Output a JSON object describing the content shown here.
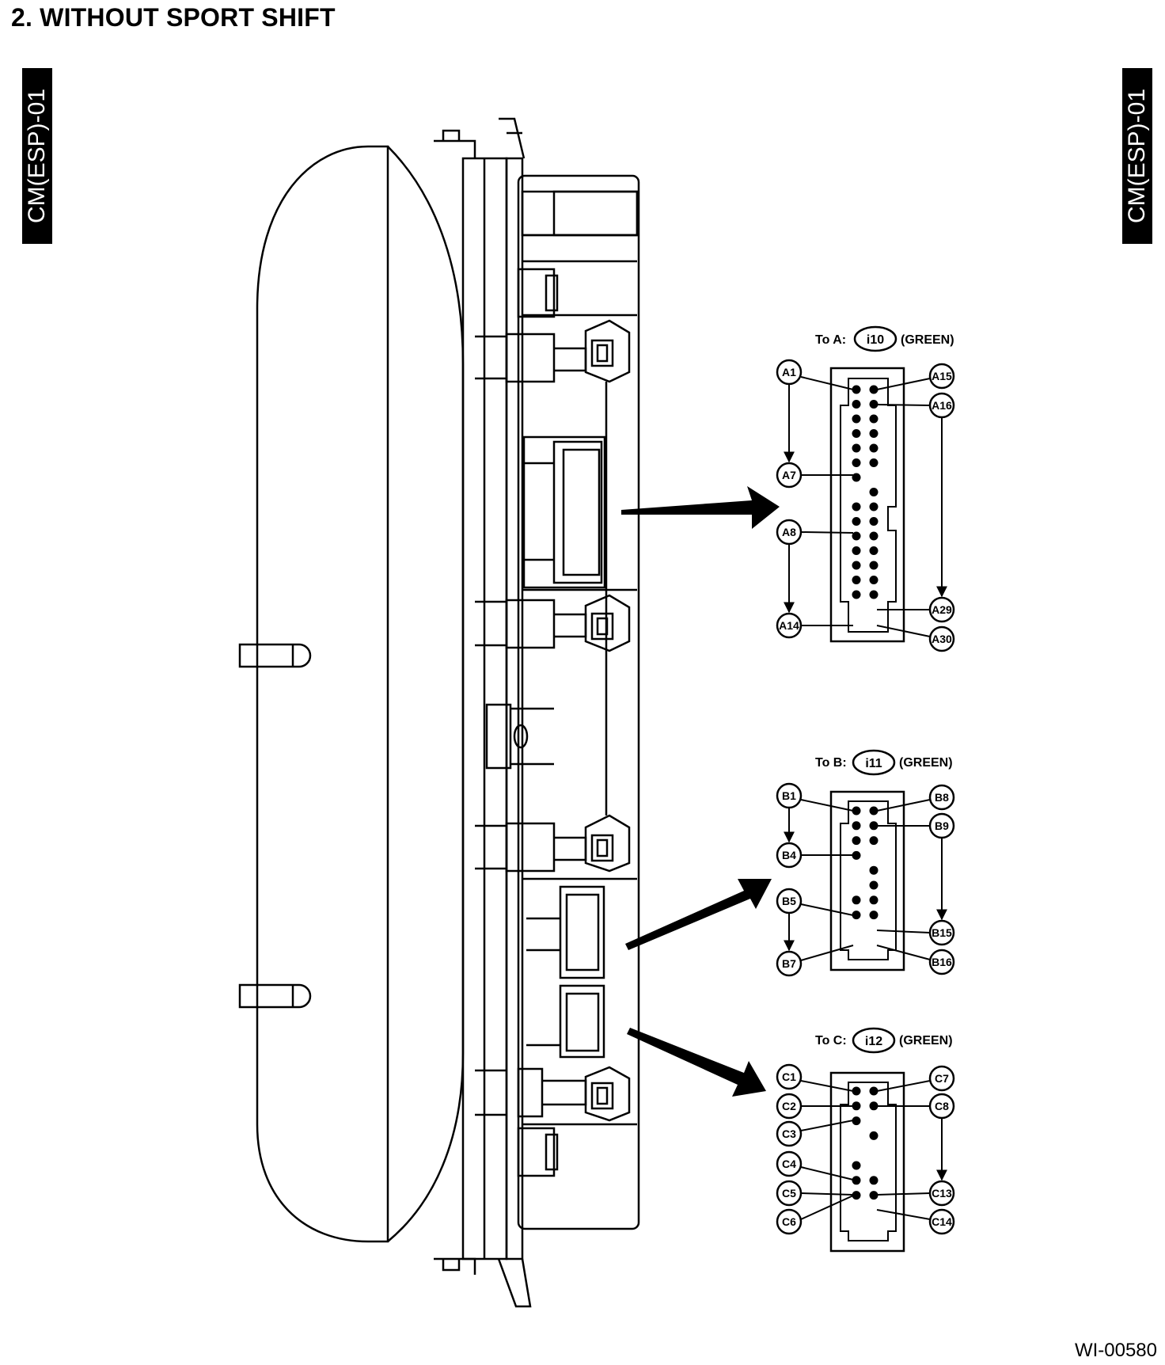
{
  "page": {
    "title": "2.  WITHOUT SPORT SHIFT",
    "side_tab_left": "CM(ESP)-01",
    "side_tab_right": "CM(ESP)-01",
    "figure_code": "WI-00580"
  },
  "connectors": [
    {
      "letter": "A",
      "to_label": "To A:",
      "code": "i10",
      "color_label": "(GREEN)",
      "pin_labels": {
        "left": [
          "A1",
          "A7",
          "A8",
          "A14"
        ],
        "right": [
          "A15",
          "A16",
          "A29",
          "A30"
        ]
      }
    },
    {
      "letter": "B",
      "to_label": "To B:",
      "code": "i11",
      "color_label": "(GREEN)",
      "pin_labels": {
        "left": [
          "B1",
          "B4",
          "B5",
          "B7"
        ],
        "right": [
          "B8",
          "B9",
          "B15",
          "B16"
        ]
      }
    },
    {
      "letter": "C",
      "to_label": "To C:",
      "code": "i12",
      "color_label": "(GREEN)",
      "pin_labels": {
        "left": [
          "C1",
          "C2",
          "C3",
          "C4",
          "C5",
          "C6"
        ],
        "right": [
          "C7",
          "C8",
          "C13",
          "C14"
        ]
      }
    }
  ]
}
